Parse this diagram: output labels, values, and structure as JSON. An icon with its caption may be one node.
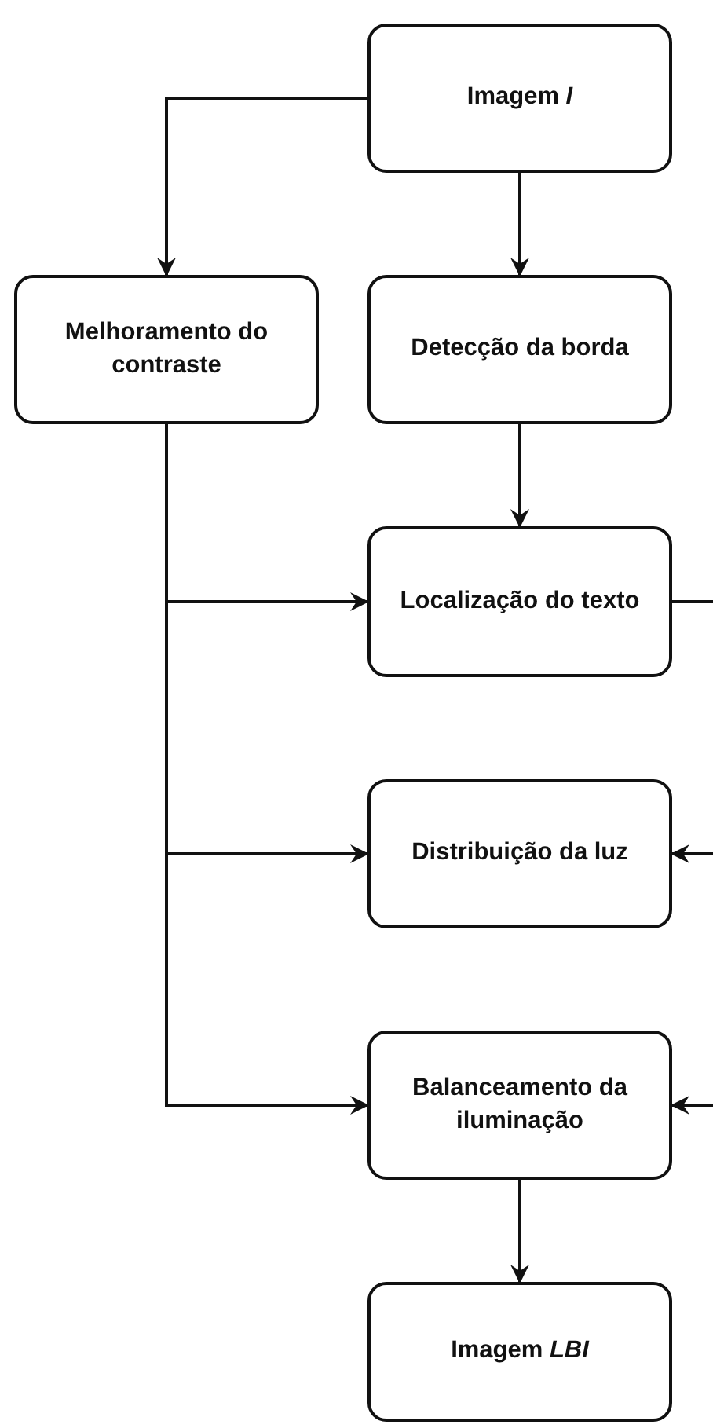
{
  "diagram": {
    "nodes": [
      {
        "text": [
          "Imagem *I*"
        ]
      },
      {
        "text": [
          "Melhoramento do contraste"
        ]
      },
      {
        "text": [
          "Detecção da borda"
        ]
      },
      {
        "text": [
          "Localização do texto"
        ]
      },
      {
        "text": [
          "Distribuição da luz"
        ]
      },
      {
        "text": [
          "Balanceamento da iluminação"
        ]
      },
      {
        "text": [
          "Imagem *LBI*"
        ]
      }
    ],
    "edges": [
      {
        "from": 0,
        "to": 1,
        "arrow": "to"
      },
      {
        "from": 0,
        "to": 2,
        "arrow": "to"
      },
      {
        "from": 2,
        "to": 3,
        "arrow": "to"
      },
      {
        "from": 1,
        "to": 3,
        "arrow": "to"
      },
      {
        "from": 1,
        "to": 4,
        "arrow": "to"
      },
      {
        "from": 1,
        "to": 5,
        "arrow": "to"
      },
      {
        "from": 5,
        "to": 6,
        "arrow": "to"
      },
      {
        "from": 3,
        "to": null,
        "arrow": "none"
      },
      {
        "from": null,
        "to": 4,
        "arrow": "to"
      },
      {
        "from": null,
        "to": 5,
        "arrow": "to"
      }
    ]
  }
}
